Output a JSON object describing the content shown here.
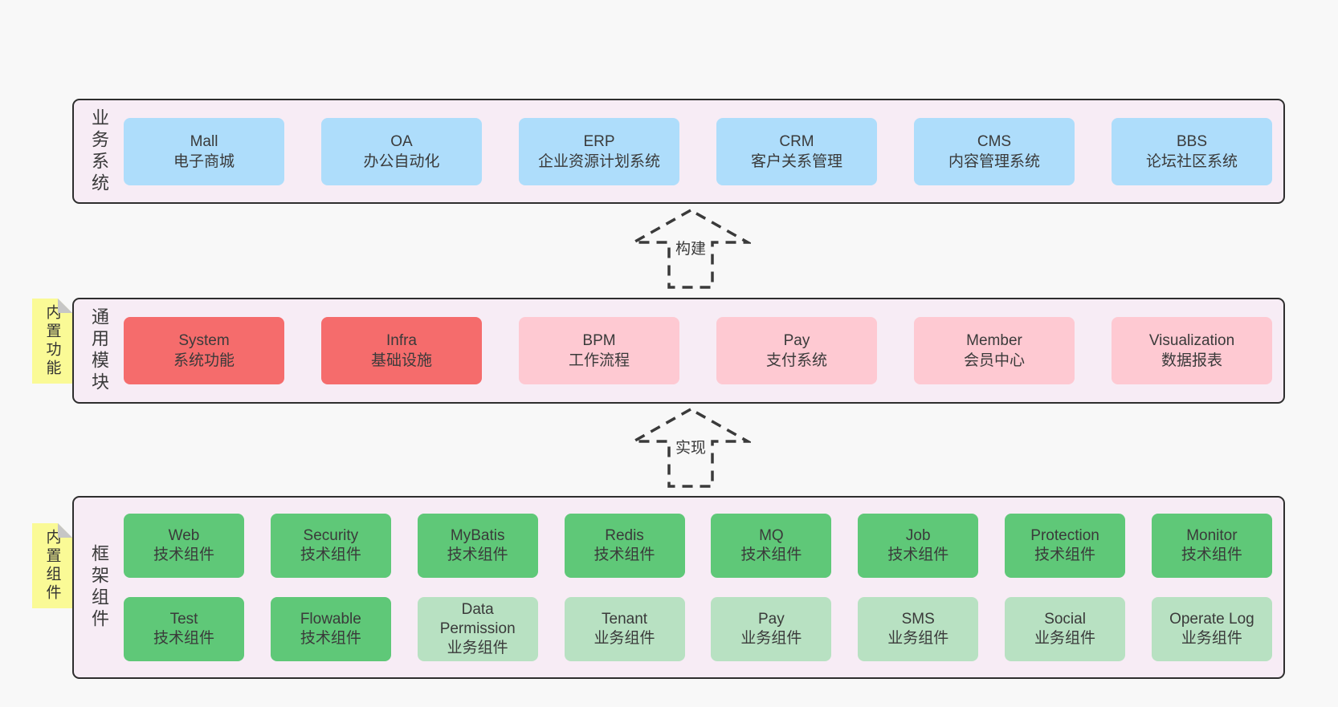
{
  "diagram": {
    "layers": [
      {
        "id": "business-systems",
        "side_label": "业务系统",
        "sticky_note": "",
        "rows": [
          {
            "boxes": [
              {
                "title": "Mall",
                "subtitle": "电子商城",
                "variant": "blue"
              },
              {
                "title": "OA",
                "subtitle": "办公自动化",
                "variant": "blue"
              },
              {
                "title": "ERP",
                "subtitle": "企业资源计划系统",
                "variant": "blue"
              },
              {
                "title": "CRM",
                "subtitle": "客户关系管理",
                "variant": "blue"
              },
              {
                "title": "CMS",
                "subtitle": "内容管理系统",
                "variant": "blue"
              },
              {
                "title": "BBS",
                "subtitle": "论坛社区系统",
                "variant": "blue"
              }
            ]
          }
        ]
      },
      {
        "id": "common-modules",
        "side_label": "通用模块",
        "sticky_note": "内置功能",
        "rows": [
          {
            "boxes": [
              {
                "title": "System",
                "subtitle": "系统功能",
                "variant": "red"
              },
              {
                "title": "Infra",
                "subtitle": "基础设施",
                "variant": "red"
              },
              {
                "title": "BPM",
                "subtitle": "工作流程",
                "variant": "pink"
              },
              {
                "title": "Pay",
                "subtitle": "支付系统",
                "variant": "pink"
              },
              {
                "title": "Member",
                "subtitle": "会员中心",
                "variant": "pink"
              },
              {
                "title": "Visualization",
                "subtitle": "数据报表",
                "variant": "pink"
              }
            ]
          }
        ]
      },
      {
        "id": "framework-components",
        "side_label": "框架组件",
        "sticky_note": "内置组件",
        "rows": [
          {
            "boxes": [
              {
                "title": "Web",
                "subtitle": "技术组件",
                "variant": "green"
              },
              {
                "title": "Security",
                "subtitle": "技术组件",
                "variant": "green"
              },
              {
                "title": "MyBatis",
                "subtitle": "技术组件",
                "variant": "green"
              },
              {
                "title": "Redis",
                "subtitle": "技术组件",
                "variant": "green"
              },
              {
                "title": "MQ",
                "subtitle": "技术组件",
                "variant": "green"
              },
              {
                "title": "Job",
                "subtitle": "技术组件",
                "variant": "green"
              },
              {
                "title": "Protection",
                "subtitle": "技术组件",
                "variant": "green"
              },
              {
                "title": "Monitor",
                "subtitle": "技术组件",
                "variant": "green"
              }
            ]
          },
          {
            "boxes": [
              {
                "title": "Test",
                "subtitle": "技术组件",
                "variant": "green"
              },
              {
                "title": "Flowable",
                "subtitle": "技术组件",
                "variant": "green"
              },
              {
                "title": "Data Permission",
                "subtitle": "业务组件",
                "variant": "lightgreen"
              },
              {
                "title": "Tenant",
                "subtitle": "业务组件",
                "variant": "lightgreen"
              },
              {
                "title": "Pay",
                "subtitle": "业务组件",
                "variant": "lightgreen"
              },
              {
                "title": "SMS",
                "subtitle": "业务组件",
                "variant": "lightgreen"
              },
              {
                "title": "Social",
                "subtitle": "业务组件",
                "variant": "lightgreen"
              },
              {
                "title": "Operate Log",
                "subtitle": "业务组件",
                "variant": "lightgreen"
              }
            ]
          }
        ]
      }
    ],
    "arrows": [
      {
        "label": "构建"
      },
      {
        "label": "实现"
      }
    ],
    "colors": {
      "blue": "#aeddfb",
      "red": "#f56c6c",
      "pink": "#fec9d2",
      "green": "#5fc878",
      "lightgreen": "#b8e1c2",
      "sticky": "#fafa96",
      "container_bg": "#f7ecf5",
      "page_bg": "#f8f8f8",
      "text": "#3a3a3a"
    }
  }
}
